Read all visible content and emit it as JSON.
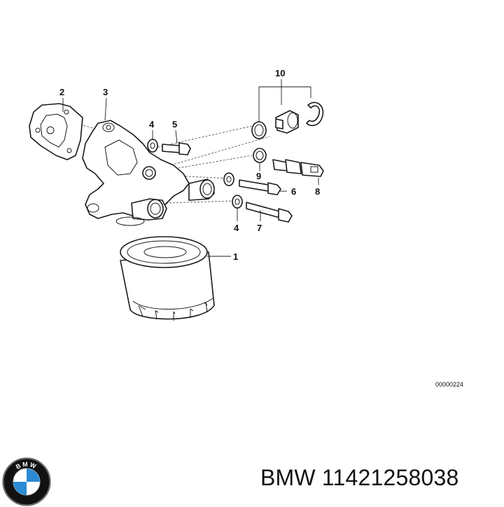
{
  "diagram": {
    "callouts": [
      "1",
      "2",
      "3",
      "4",
      "5",
      "6",
      "7",
      "8",
      "9",
      "10",
      "4"
    ],
    "ref_code": "00000224"
  },
  "caption": {
    "text": "BMW 11421258038"
  },
  "logo": {
    "letters": "BMW"
  },
  "colors": {
    "ink": "#1a1a1a",
    "logo_blue": "#2a8ad4",
    "logo_ring": "#111111"
  }
}
